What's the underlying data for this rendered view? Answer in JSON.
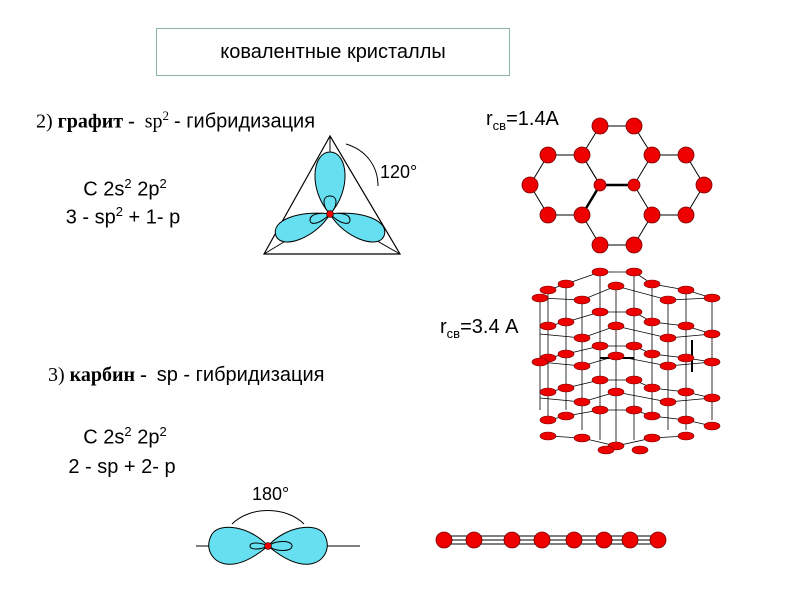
{
  "title": "ковалентные кристаллы",
  "graphite": {
    "number": "2)",
    "name": "графит",
    "dash": "-",
    "hyb_base": "sp",
    "hyb_sup": "2",
    "hyb_suffix": "- гибридизация",
    "config_prefix": "C 2s",
    "config_s_sup": "2",
    "config_p": " 2p",
    "config_p_sup": "2",
    "orbitals_pre": "3 - sp",
    "orbitals_sup": "2",
    "orbitals_post": " + 1- p",
    "angle": "120°",
    "bond_r": "r",
    "bond_sub": "св",
    "bond_val": "=1.4А",
    "layer_r": "r",
    "layer_sub": "св",
    "layer_val": "=3.4 А"
  },
  "carbyne": {
    "number": "3)",
    "name": "карбин",
    "dash": "-",
    "hyb": "sp - гибридизация",
    "config_prefix": "C 2s",
    "config_s_sup": "2",
    "config_p": " 2p",
    "config_p_sup": "2",
    "orbitals": "2 - sp + 2- p",
    "angle": "180°"
  },
  "colors": {
    "atom": "#ee0000",
    "orbital": "#66e0f0",
    "box_border": "#8cb3a5"
  }
}
